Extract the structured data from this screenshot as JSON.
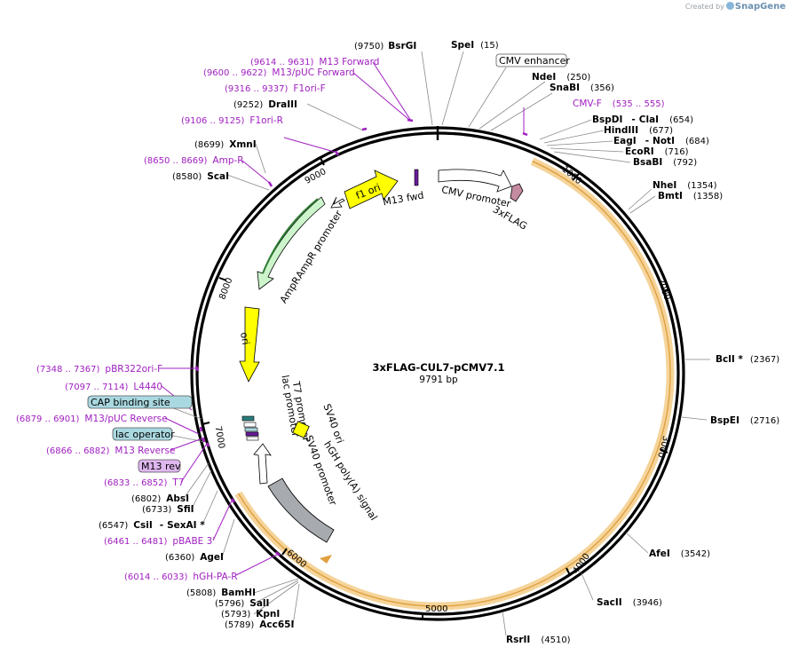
{
  "credit": {
    "prefix": "Created by",
    "brand": "SnapGene"
  },
  "plasmid": {
    "name": "3xFLAG-CUL7-pCMV7.1",
    "length": "9791 bp"
  },
  "ticks": [
    "1000",
    "2000",
    "3000",
    "4000",
    "5000",
    "6000",
    "7000",
    "8000",
    "9000"
  ],
  "labels": {
    "top": [
      {
        "kind": "site",
        "num": "(9750)",
        "name": "BsrGI",
        "sfx": ""
      },
      {
        "kind": "site",
        "num": "(15)",
        "name": "SpeI",
        "sfx": ""
      },
      {
        "kind": "boxed",
        "text": "CMV enhancer"
      },
      {
        "kind": "site",
        "num": "(250)",
        "name": "NdeI",
        "sfx": ""
      },
      {
        "kind": "site",
        "num": "(356)",
        "name": "SnaBI",
        "sfx": ""
      },
      {
        "kind": "primer",
        "num": "(535 .. 555)",
        "name": "CMV-F"
      }
    ],
    "right": [
      {
        "kind": "site",
        "name": "BspDI",
        "name2": "ClaI",
        "num": "(654)"
      },
      {
        "kind": "site",
        "name": "HindIII",
        "num": "(677)"
      },
      {
        "kind": "site",
        "name": "EagI",
        "name2": "NotI",
        "num": "(684)"
      },
      {
        "kind": "site",
        "name": "EcoRI",
        "num": "(716)"
      },
      {
        "kind": "site",
        "name": "BsaBI",
        "num": "(792)"
      },
      {
        "kind": "site",
        "name": "NheI",
        "num": "(1354)"
      },
      {
        "kind": "site",
        "name": "BmtI",
        "num": "(1358)"
      },
      {
        "kind": "site",
        "name": "BclI *",
        "num": "(2367)"
      },
      {
        "kind": "site",
        "name": "BspEI",
        "num": "(2716)"
      },
      {
        "kind": "site",
        "name": "AfeI",
        "num": "(3542)"
      },
      {
        "kind": "site",
        "name": "SacII",
        "num": "(3946)"
      },
      {
        "kind": "site",
        "name": "RsrII",
        "num": "(4510)"
      }
    ],
    "left": [
      {
        "kind": "primer",
        "num": "(9614 .. 9631)",
        "name": "M13 Forward"
      },
      {
        "kind": "primer",
        "num": "(9600 .. 9622)",
        "name": "M13/pUC Forward"
      },
      {
        "kind": "primer",
        "num": "(9316 .. 9337)",
        "name": "F1ori-F"
      },
      {
        "kind": "site",
        "num": "(9252)",
        "name": "DraIII"
      },
      {
        "kind": "primer",
        "num": "(9106 .. 9125)",
        "name": "F1ori-R"
      },
      {
        "kind": "site",
        "num": "(8699)",
        "name": "XmnI"
      },
      {
        "kind": "primer",
        "num": "(8650 .. 8669)",
        "name": "Amp-R"
      },
      {
        "kind": "site",
        "num": "(8580)",
        "name": "ScaI"
      },
      {
        "kind": "primer",
        "num": "(7348 .. 7367)",
        "name": "pBR322ori-F"
      },
      {
        "kind": "primer",
        "num": "(7097 .. 7114)",
        "name": "L4440"
      },
      {
        "kind": "boxed",
        "text": "CAP binding site"
      },
      {
        "kind": "primer",
        "num": "(6879 .. 6901)",
        "name": "M13/pUC Reverse"
      },
      {
        "kind": "boxed",
        "text": "lac operator"
      },
      {
        "kind": "primer",
        "num": "(6866 .. 6882)",
        "name": "M13 Reverse"
      },
      {
        "kind": "boxed",
        "text": "M13 rev"
      },
      {
        "kind": "primer",
        "num": "(6833 .. 6852)",
        "name": "T7"
      },
      {
        "kind": "site",
        "num": "(6802)",
        "name": "AbsI"
      },
      {
        "kind": "site",
        "num": "(6733)",
        "name": "SfiI"
      },
      {
        "kind": "site",
        "num": "(6547)",
        "name": "CsiI",
        "name2": "SexAI *"
      },
      {
        "kind": "primer",
        "num": "(6461 .. 6481)",
        "name": "pBABE 3'"
      },
      {
        "kind": "site",
        "num": "(6360)",
        "name": "AgeI"
      },
      {
        "kind": "primer",
        "num": "(6014 .. 6033)",
        "name": "hGH-PA-R"
      },
      {
        "kind": "site",
        "num": "(5808)",
        "name": "BamHI"
      },
      {
        "kind": "site",
        "num": "(5796)",
        "name": "SalI"
      },
      {
        "kind": "site",
        "num": "(5793)",
        "name": "KpnI"
      },
      {
        "kind": "site",
        "num": "(5789)",
        "name": "Acc65I"
      }
    ]
  },
  "features": [
    {
      "name": "f1 ori",
      "color": "#ffff00"
    },
    {
      "name": "M13 fwd",
      "color": "#6a1b9a"
    },
    {
      "name": "CMV promoter",
      "color": "#ffffff"
    },
    {
      "name": "3xFLAG",
      "color": "#c48aa0"
    },
    {
      "name": "AmpR promoter",
      "color": "#ffffff"
    },
    {
      "name": "AmpR",
      "color": "#ccf5cc"
    },
    {
      "name": "ori",
      "color": "#ffff00"
    },
    {
      "name": "T7 promoter",
      "color": "#ffffff"
    },
    {
      "name": "lac promoter",
      "color": "#ffffff"
    },
    {
      "name": "SV40 ori",
      "color": "#ffff00"
    },
    {
      "name": "SV40 promoter",
      "color": "#ffffff"
    },
    {
      "name": "hGH poly(A) signal",
      "color": "#a7aaae"
    }
  ],
  "colors": {
    "primer": "#a020c0",
    "cds_highlight": "#f5d49a",
    "cds_line": "#e0a040",
    "box_fill": "#ffffff",
    "feature_box_fill": "#a9d8e0",
    "m13rev_fill": "#e0b8f0"
  }
}
